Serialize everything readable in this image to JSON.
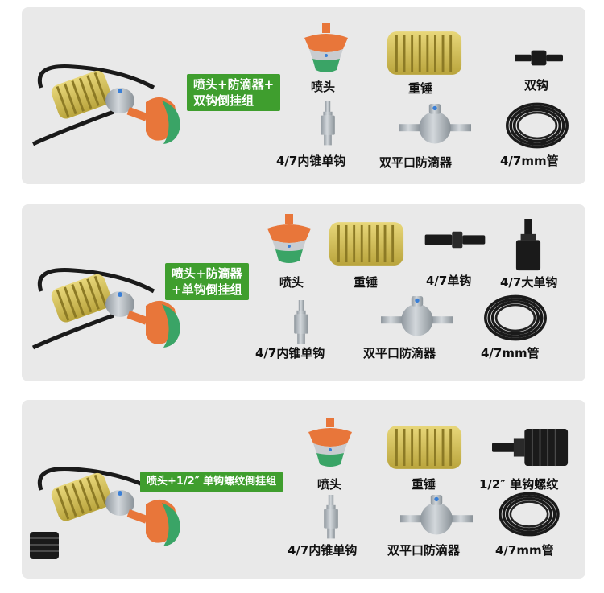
{
  "colors": {
    "panel_bg": "#e9e9e9",
    "badge_bg": "#3f9e2e",
    "nozzle_orange": "#e8763a",
    "nozzle_green": "#3aa466",
    "weight_yellow": "#d9c65a",
    "tube_black": "#1a1a1a",
    "valve_gray": "#b7bec4"
  },
  "panels": [
    {
      "badge": "喷头+防滴器+\n双钩倒挂组",
      "labels": {
        "nozzle": "喷头",
        "weight": "重锤",
        "double_hook": "双钩",
        "inner_cone_hook": "4/7内锥单钩",
        "dual_flat_valve": "双平口防滴器",
        "tube": "4/7mm管"
      }
    },
    {
      "badge": "喷头+防滴器\n+单钩倒挂组",
      "labels": {
        "nozzle": "喷头",
        "weight": "重锤",
        "single_hook": "4/7单钩",
        "big_single_hook": "4/7大单钩",
        "inner_cone_hook": "4/7内锥单钩",
        "dual_flat_valve": "双平口防滴器",
        "tube": "4/7mm管"
      }
    },
    {
      "badge": "喷头+1/2″ 单钩螺纹倒挂组",
      "labels": {
        "nozzle": "喷头",
        "weight": "重锤",
        "thread_hook": "1/2″ 单钩螺纹",
        "inner_cone_hook": "4/7内锥单钩",
        "dual_flat_valve": "双平口防滴器",
        "tube": "4/7mm管"
      }
    }
  ]
}
